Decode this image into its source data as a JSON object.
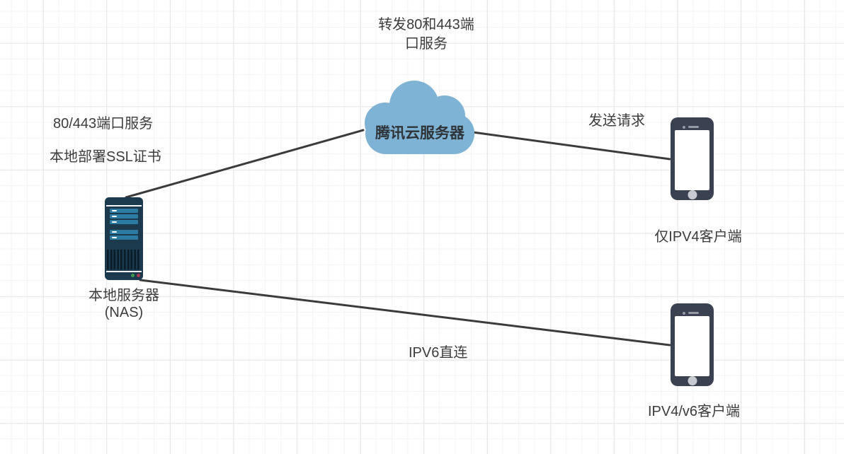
{
  "diagram": {
    "nodes": {
      "cloud": {
        "label": "腾讯云服务器"
      },
      "local_server": {
        "label": "本地服务器\n(NAS)"
      },
      "phone_ipv4": {
        "label": "仅IPV4客户端"
      },
      "phone_ipv4v6": {
        "label": "IPV4/v6客户端"
      }
    },
    "labels": {
      "forward_ports": "转发80和443端\n口服务",
      "local_ports": "80/443端口服务",
      "local_ssl": "本地部署SSL证书",
      "send_request": "发送请求",
      "ipv6_direct": "IPV6直连"
    },
    "edges": [
      {
        "from": "local_server",
        "to": "cloud",
        "label": ""
      },
      {
        "from": "cloud",
        "to": "phone_ipv4",
        "label": "发送请求"
      },
      {
        "from": "local_server",
        "to": "phone_ipv4v6",
        "label": "IPV6直连"
      }
    ],
    "colors": {
      "background": "#ffffff",
      "grid_minor": "#f4f4f4",
      "grid_major": "#e7e7e7",
      "edge": "#3b3b3b",
      "text": "#3c3c3c",
      "cloud_fill": "#7eb3d5",
      "server_body": "#1b3a4d",
      "server_bar": "#2c7ba3",
      "led_green": "#3f9b52",
      "led_red": "#a73b50",
      "phone_body": "#3a4150",
      "phone_home": "#c7cbd0"
    }
  }
}
